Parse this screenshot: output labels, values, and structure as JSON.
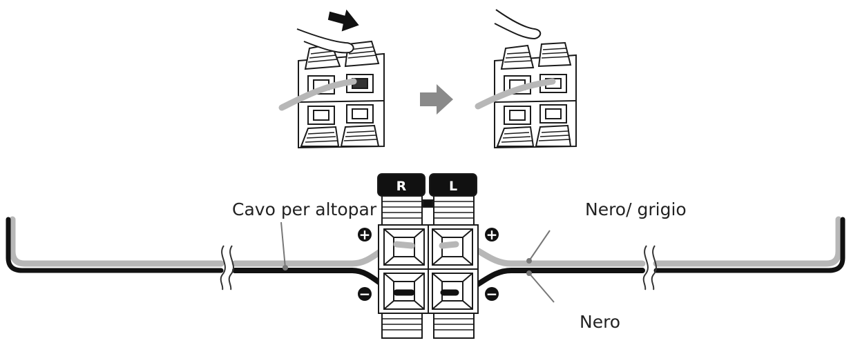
{
  "labels": {
    "speaker_cable": "Cavo per altopar",
    "black_grey": "Nero/ grigio",
    "black": "Nero"
  },
  "terminals": {
    "right": "R",
    "left": "L"
  },
  "polarity": {
    "plus": "+",
    "minus": "−"
  },
  "colors": {
    "grey_wire": "#b7b7b7",
    "black_wire": "#111111",
    "arrow": "#8a8a8a"
  }
}
